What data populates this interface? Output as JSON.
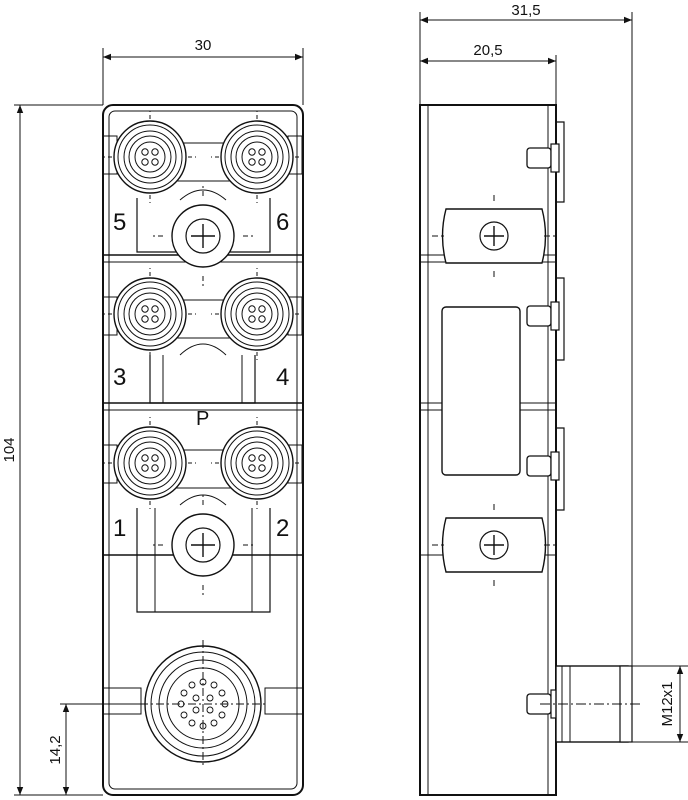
{
  "dimensions": {
    "top_width": "30",
    "side_total_depth": "31,5",
    "side_body_depth": "20,5",
    "height": "104",
    "mount_offset": "14,2",
    "thread": "M12x1"
  },
  "port_labels": {
    "port5": "5",
    "port6": "6",
    "port3": "3",
    "port4": "4",
    "port1": "1",
    "port2": "2",
    "power": "P"
  }
}
